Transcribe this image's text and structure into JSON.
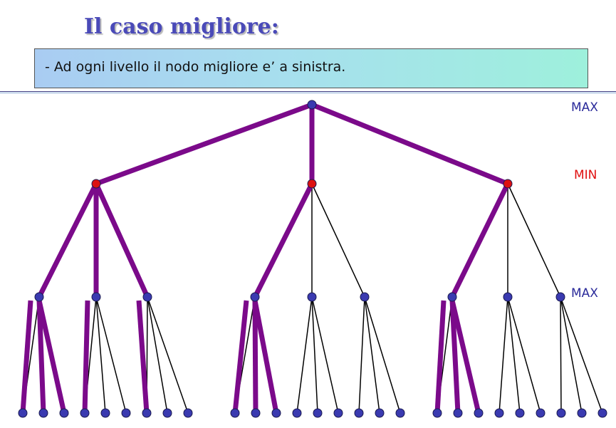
{
  "title": "Il caso migliore:",
  "note": "- Ad ogni livello il nodo migliore e’ a sinistra.",
  "levels": [
    "MAX",
    "MIN",
    "MAX"
  ],
  "colors": {
    "title": "#4a4ab8",
    "max_node": "#3a3ab0",
    "min_node": "#dd1111",
    "best_path": "#7b0a8a",
    "edge": "#000000",
    "min_label": "#e01010",
    "max_label": "#2a2a9a"
  },
  "tree": {
    "branching": 3,
    "depth": 3,
    "best_move": "left"
  }
}
